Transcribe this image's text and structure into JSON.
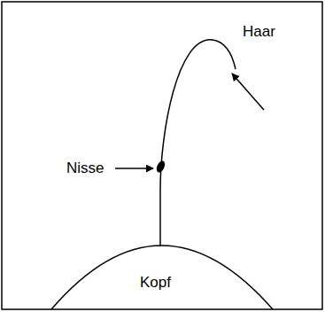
{
  "diagram": {
    "labels": [
      "Haar",
      "Nisse",
      "Kopf"
    ]
  }
}
